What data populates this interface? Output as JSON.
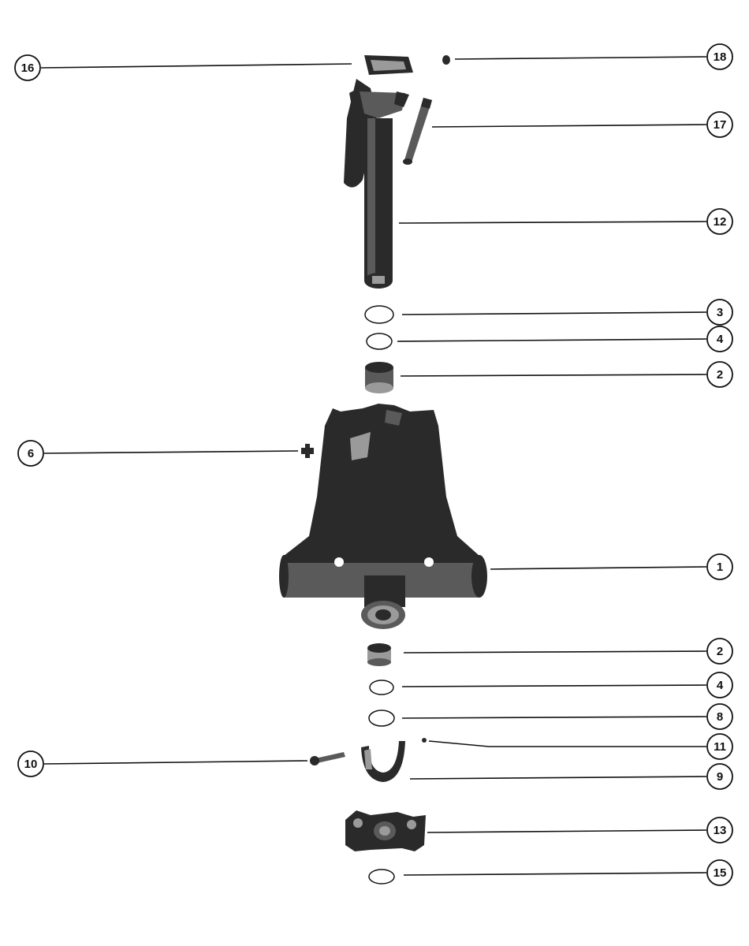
{
  "colors": {
    "ink": "#111111",
    "paper": "#ffffff",
    "part_dark": "#2a2a2a",
    "part_mid": "#5a5a5a",
    "part_light": "#9a9a9a"
  },
  "callouts": [
    {
      "id": "c16",
      "label": "16"
    },
    {
      "id": "c18",
      "label": "18"
    },
    {
      "id": "c17",
      "label": "17"
    },
    {
      "id": "c12",
      "label": "12"
    },
    {
      "id": "c3",
      "label": "3"
    },
    {
      "id": "c4a",
      "label": "4"
    },
    {
      "id": "c2a",
      "label": "2"
    },
    {
      "id": "c6",
      "label": "6"
    },
    {
      "id": "c1",
      "label": "1"
    },
    {
      "id": "c2b",
      "label": "2"
    },
    {
      "id": "c4b",
      "label": "4"
    },
    {
      "id": "c8",
      "label": "8"
    },
    {
      "id": "c11",
      "label": "11"
    },
    {
      "id": "c10",
      "label": "10"
    },
    {
      "id": "c9",
      "label": "9"
    },
    {
      "id": "c13",
      "label": "13"
    },
    {
      "id": "c15",
      "label": "15"
    }
  ]
}
